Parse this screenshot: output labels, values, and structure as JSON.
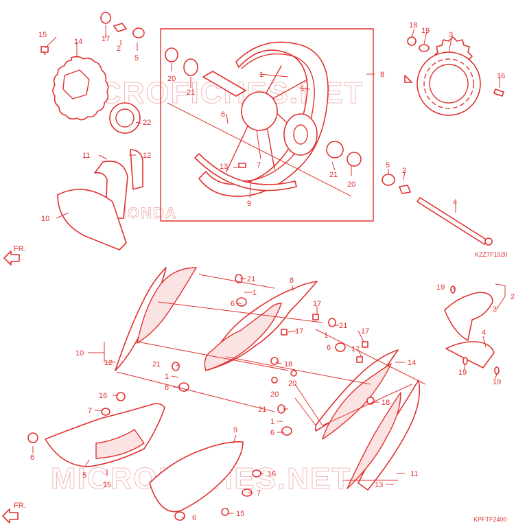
{
  "top_diagram": {
    "code": "KZZ7F1920",
    "direction_label": "FR.",
    "callouts": [
      {
        "id": "t1",
        "text": "1"
      },
      {
        "id": "t1b",
        "text": "1"
      },
      {
        "id": "t2",
        "text": "2"
      },
      {
        "id": "t2b",
        "text": "2"
      },
      {
        "id": "t3",
        "text": "3"
      },
      {
        "id": "t4",
        "text": "4"
      },
      {
        "id": "t5",
        "text": "5"
      },
      {
        "id": "t5b",
        "text": "5"
      },
      {
        "id": "t6",
        "text": "6"
      },
      {
        "id": "t7",
        "text": "7"
      },
      {
        "id": "t8",
        "text": "8"
      },
      {
        "id": "t9",
        "text": "9"
      },
      {
        "id": "t10",
        "text": "10"
      },
      {
        "id": "t11",
        "text": "11"
      },
      {
        "id": "t12",
        "text": "12"
      },
      {
        "id": "t13",
        "text": "13"
      },
      {
        "id": "t14",
        "text": "14"
      },
      {
        "id": "t15",
        "text": "15"
      },
      {
        "id": "t16",
        "text": "16"
      },
      {
        "id": "t17",
        "text": "17"
      },
      {
        "id": "t18",
        "text": "18"
      },
      {
        "id": "t19",
        "text": "19"
      },
      {
        "id": "t20",
        "text": "20"
      },
      {
        "id": "t20b",
        "text": "20"
      },
      {
        "id": "t21",
        "text": "21"
      },
      {
        "id": "t21b",
        "text": "21"
      },
      {
        "id": "t22",
        "text": "22"
      }
    ]
  },
  "bottom_diagram": {
    "code": "KPFTF2400",
    "direction_label": "FR.",
    "callouts": [
      {
        "id": "b10",
        "text": "10"
      },
      {
        "id": "b12",
        "text": "12"
      },
      {
        "id": "b21a",
        "text": "21"
      },
      {
        "id": "b1a",
        "text": "1"
      },
      {
        "id": "b6a",
        "text": "6"
      },
      {
        "id": "b8",
        "text": "8"
      },
      {
        "id": "b17a",
        "text": "17"
      },
      {
        "id": "b17b",
        "text": "17"
      },
      {
        "id": "b21b",
        "text": "21"
      },
      {
        "id": "b1b",
        "text": "1"
      },
      {
        "id": "b6b",
        "text": "6"
      },
      {
        "id": "b17c",
        "text": "17"
      },
      {
        "id": "b17d",
        "text": "17"
      },
      {
        "id": "b14",
        "text": "14"
      },
      {
        "id": "b18a",
        "text": "18"
      },
      {
        "id": "b21c",
        "text": "21"
      },
      {
        "id": "b1c",
        "text": "1"
      },
      {
        "id": "b6c",
        "text": "6"
      },
      {
        "id": "b20a",
        "text": "20"
      },
      {
        "id": "b20b",
        "text": "20"
      },
      {
        "id": "b18b",
        "text": "18"
      },
      {
        "id": "b21d",
        "text": "21"
      },
      {
        "id": "b1d",
        "text": "1"
      },
      {
        "id": "b6d",
        "text": "6"
      },
      {
        "id": "b16a",
        "text": "16"
      },
      {
        "id": "b7a",
        "text": "7"
      },
      {
        "id": "b6e",
        "text": "6"
      },
      {
        "id": "b5",
        "text": "5"
      },
      {
        "id": "b15a",
        "text": "15"
      },
      {
        "id": "b9",
        "text": "9"
      },
      {
        "id": "b16b",
        "text": "16"
      },
      {
        "id": "b7b",
        "text": "7"
      },
      {
        "id": "b15b",
        "text": "15"
      },
      {
        "id": "b6f",
        "text": "6"
      },
      {
        "id": "b11",
        "text": "11"
      },
      {
        "id": "b13",
        "text": "13"
      },
      {
        "id": "b19a",
        "text": "19"
      },
      {
        "id": "b2",
        "text": "2"
      },
      {
        "id": "b3",
        "text": "3"
      },
      {
        "id": "b4",
        "text": "4"
      },
      {
        "id": "b19b",
        "text": "19"
      },
      {
        "id": "b19c",
        "text": "19"
      }
    ]
  },
  "watermark": {
    "line_top": "MICROFICHES.NET",
    "line_bottom": "MICROFICHES.NET",
    "brand": "HONDA"
  }
}
